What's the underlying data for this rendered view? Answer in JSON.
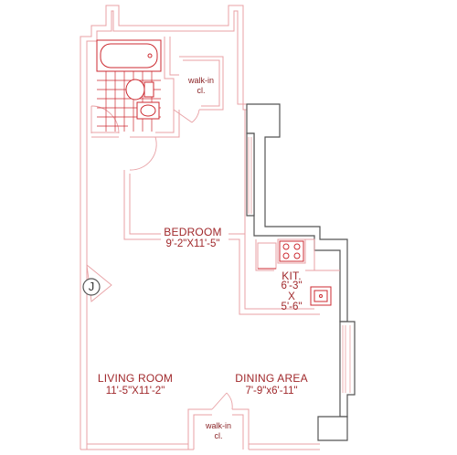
{
  "plan": {
    "colors": {
      "wall_line": "#e8a0a4",
      "wall_dark": "#555555",
      "fixture": "#cc2a30",
      "text": "#a0282b"
    },
    "rooms": {
      "bedroom": {
        "name": "BEDROOM",
        "dims": "9'-2\"X11'-5\""
      },
      "living": {
        "name": "LIVING ROOM",
        "dims": "11'-5\"X11'-2\""
      },
      "dining": {
        "name": "DINING AREA",
        "dims": "7'-9\"x6'-11\""
      },
      "kitchen": {
        "name": "KIT.",
        "dim_w": "6'-3\"",
        "sep": "X",
        "dim_h": "5'-6\""
      }
    },
    "closets": {
      "upper": {
        "line1": "walk-in",
        "line2": "cl."
      },
      "lower": {
        "line1": "walk-in",
        "line2": "cl."
      }
    },
    "marker": {
      "letter": "J"
    }
  }
}
